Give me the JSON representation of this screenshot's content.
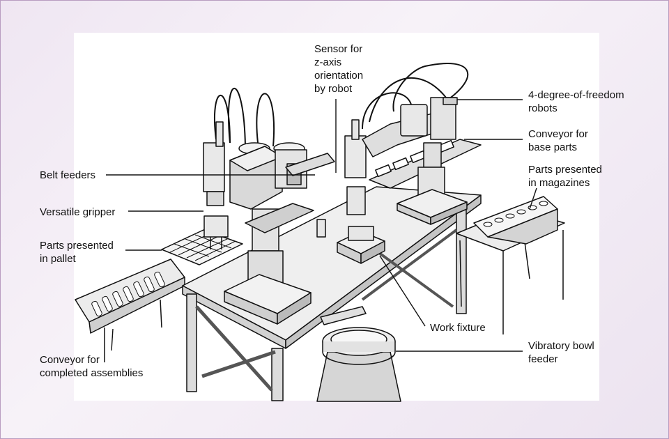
{
  "labels": {
    "sensor": "Sensor for\nz-axis\norientation\nby robot",
    "robots": "4-degree-of-freedom\nrobots",
    "conveyor_base": "Conveyor for\nbase parts",
    "magazines": "Parts presented\nin magazines",
    "belt_feeders": "Belt feeders",
    "gripper": "Versatile gripper",
    "pallet": "Parts presented\nin pallet",
    "work_fixture": "Work fixture",
    "bowl_feeder": "Vibratory bowl\nfeeder",
    "conveyor_completed": "Conveyor for\ncompleted assemblies"
  }
}
